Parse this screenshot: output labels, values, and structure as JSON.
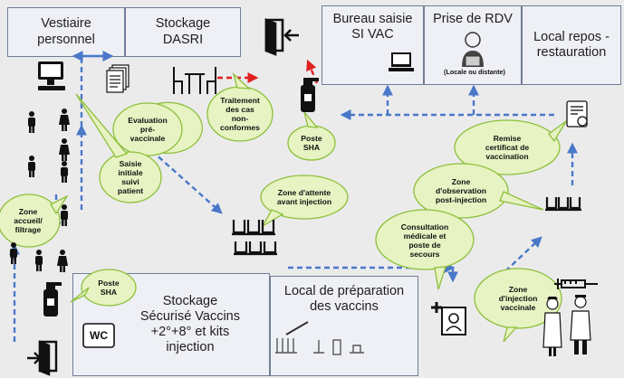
{
  "rooms": {
    "vestiaire": "Vestiaire\npersonnel",
    "stockage_dasri": "Stockage\nDASRI",
    "bureau_saisie": "Bureau saisie\nSI VAC",
    "prise_rdv": "Prise de RDV",
    "prise_rdv_note": "(Locale ou distante)",
    "local_repos": "Local repos -\nrestauration",
    "stockage_vaccins": "Stockage\nSécurisé Vaccins\n+2°+8° et kits\ninjection",
    "local_preparation": "Local de préparation\ndes vaccins",
    "wc": "WC"
  },
  "callouts": {
    "evaluation": "Evaluation\npré-\nvaccinale",
    "traitement": "Traitement\ndes cas\nnon-\nconformes",
    "poste_sha_top": "Poste\nSHA",
    "saisie_initiale": "Saisie\ninitiale\nsuivi\npatient",
    "zone_accueil": "Zone\naccueil/\nfiltrage",
    "zone_attente": "Zone d'attente\navant injection",
    "remise_certificat": "Remise\ncertificat de\nvaccination",
    "zone_observation": "Zone\nd'observation\npost-injection",
    "consultation": "Consultation\nmédicale et\nposte de\nsecours",
    "poste_sha_bottom": "Poste\nSHA",
    "zone_injection": "Zone\nd'injection\nvaccinale"
  },
  "icons": [
    "computer-icon",
    "documents-icon",
    "table-chairs-icon",
    "door-icon",
    "spray-bottle-icon",
    "person-icon",
    "laptop-icon",
    "headset-operator-icon",
    "certificate-icon",
    "waiting-chairs-icon",
    "syringe-icon",
    "doctor-icon",
    "nurse-icon",
    "medical-consultation-icon",
    "vials-icon",
    "wc-icon",
    "exit-door-icon"
  ],
  "colors": {
    "room_border": "#6f7d95",
    "room_fill": "#eef0f5",
    "flow_arrow": "#4a78c8",
    "red_arrow": "#e02020",
    "bubble_fill": "#e7f3c2",
    "bubble_border": "#8dbf3a",
    "floor": "#ebebec"
  }
}
